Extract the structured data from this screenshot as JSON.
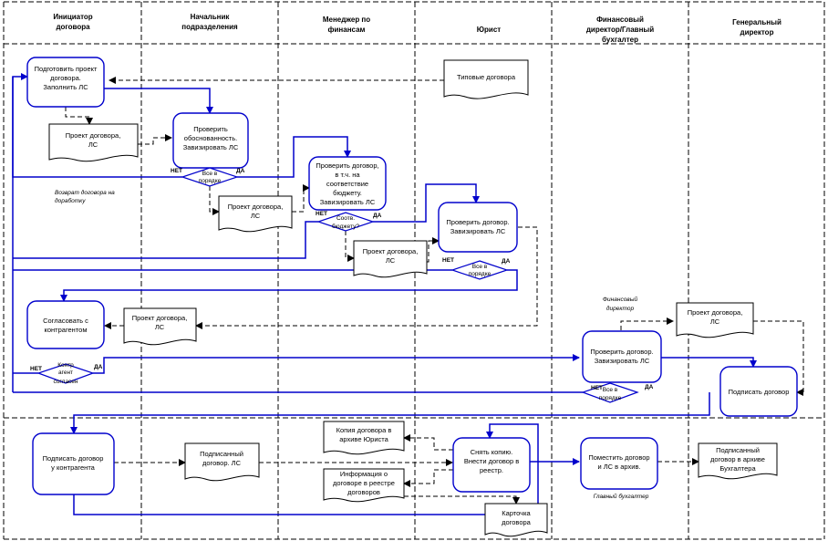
{
  "lanes": [
    [
      "Инициатор",
      "договора"
    ],
    [
      "Начальник",
      "подразделения"
    ],
    [
      "Менеджер по",
      "финансам"
    ],
    [
      "Юрист"
    ],
    [
      "Финансовый",
      "директор/Главный",
      "бухгалтер"
    ],
    [
      "Генеральный",
      "директор"
    ]
  ],
  "processes": {
    "prepare": [
      "Подготовить проект",
      "договора.",
      "Заполнить ЛС"
    ],
    "check_head": [
      "Проверить",
      "обоснованность.",
      "Завизировать ЛС"
    ],
    "check_budget": [
      "Проверить договор,",
      "в т.ч. на",
      "соответствие",
      "бюджету.",
      "Завизировать ЛС"
    ],
    "check_lawyer": [
      "Проверить договор.",
      "Завизировать ЛС"
    ],
    "agree": [
      "Согласовать с",
      "контрагентом"
    ],
    "check_cfo": [
      "Проверить договор.",
      "Завизировать ЛС"
    ],
    "sign_gd": [
      "Подписать договор"
    ],
    "sign_cp": [
      "Подписать договор",
      "у контрагента"
    ],
    "copy": [
      "Снять копию.",
      "Внести договор в",
      "реестр."
    ],
    "archive": [
      "Поместить договор",
      "и ЛС в архив."
    ]
  },
  "documents": {
    "typical": [
      "Типовые договора"
    ],
    "draft1": [
      "Проект договора,",
      "ЛС"
    ],
    "draft2": [
      "Проект договора,",
      "ЛС"
    ],
    "draft3": [
      "Проект договора,",
      "ЛС"
    ],
    "draft4": [
      "Проект договора,",
      "ЛС"
    ],
    "draft5": [
      "Проект договора,",
      "ЛС"
    ],
    "signed": [
      "Подписанный",
      "договор. ЛС"
    ],
    "copy_archive": [
      "Копия договора в",
      "архиве Юриста"
    ],
    "registry": [
      "Информация о",
      "договоре в реестре",
      "договоров"
    ],
    "card": [
      "Карточка",
      "договора"
    ],
    "signed_archive": [
      "Подписанный",
      "договор в архиве",
      "Бухгалтера"
    ]
  },
  "decisions": {
    "d1": [
      "Все в",
      "порядке"
    ],
    "d2": [
      "Соотв.",
      "бюджету?"
    ],
    "d3": [
      "Все в",
      "порядке"
    ],
    "d4": [
      "Контр",
      "агент",
      "согласен"
    ],
    "d5": [
      "Все в",
      "порядке"
    ]
  },
  "labels": {
    "no": "НЕТ",
    "yes": "ДА"
  },
  "notes": {
    "return": [
      "Возврат договора на",
      "доработку"
    ],
    "cfo": [
      "Финансовый",
      "директор"
    ],
    "chief_acc": [
      "Главный бухгалтер"
    ]
  },
  "colors": {
    "flow": "#0000cc",
    "doc_flow": "#000000",
    "lane_line": "#000000"
  }
}
